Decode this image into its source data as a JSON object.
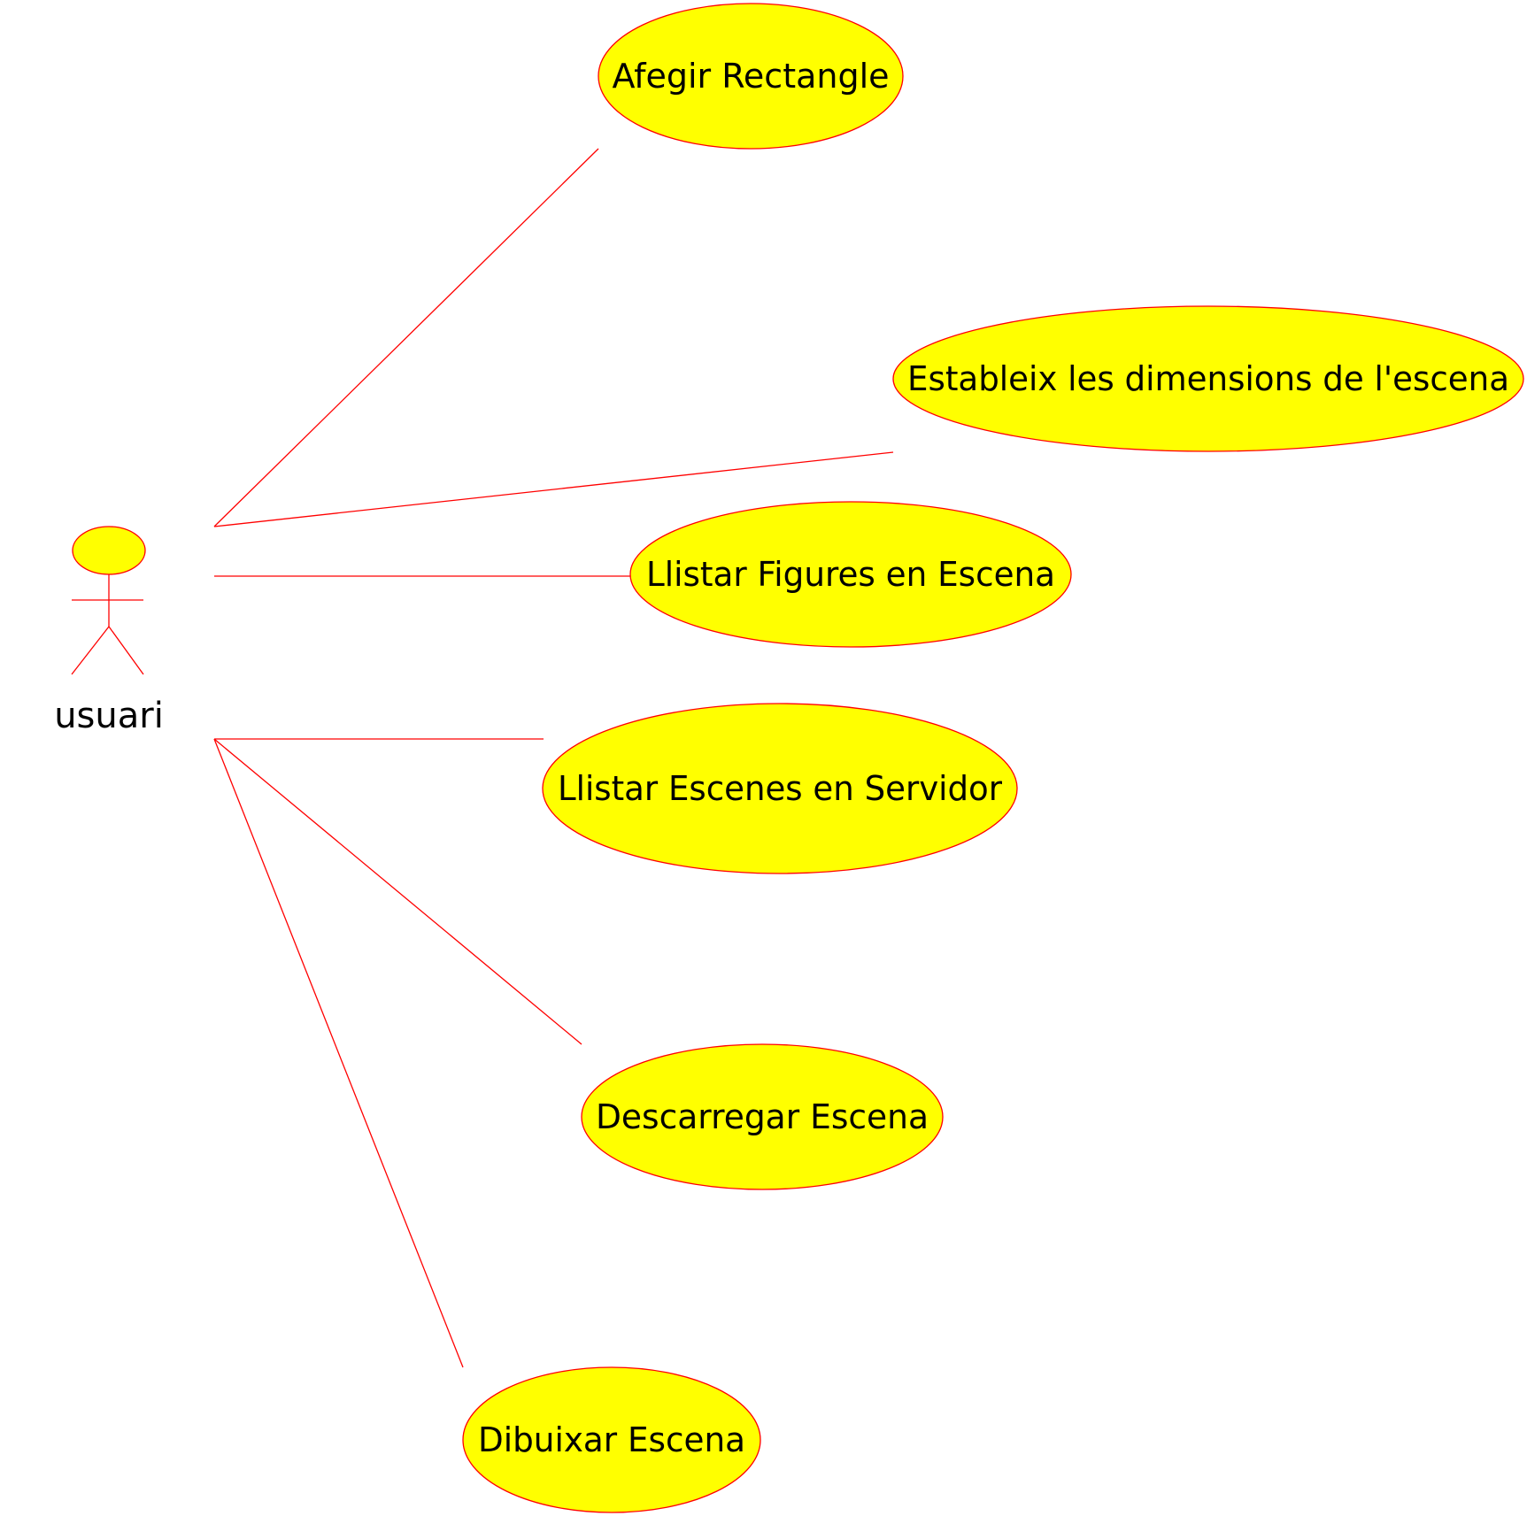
{
  "diagram": {
    "type": "use-case",
    "actor": {
      "label": "usuari"
    },
    "use_cases": [
      {
        "id": "afegir-rectangle",
        "label": "Afegir Rectangle"
      },
      {
        "id": "estableix-dimensions",
        "label": "Estableix les dimensions de l'escena"
      },
      {
        "id": "llistar-figures",
        "label": "Llistar Figures en Escena"
      },
      {
        "id": "llistar-escenes",
        "label": "Llistar Escenes en Servidor"
      },
      {
        "id": "descarregar-escena",
        "label": "Descarregar Escena"
      },
      {
        "id": "dibuixar-escena",
        "label": "Dibuixar Escena"
      }
    ],
    "associations": [
      {
        "from": "usuari",
        "to": "afegir-rectangle"
      },
      {
        "from": "usuari",
        "to": "estableix-dimensions"
      },
      {
        "from": "usuari",
        "to": "llistar-figures"
      },
      {
        "from": "usuari",
        "to": "llistar-escenes"
      },
      {
        "from": "usuari",
        "to": "descarregar-escena"
      },
      {
        "from": "usuari",
        "to": "dibuixar-escena"
      }
    ],
    "colors": {
      "fill": "#ffff00",
      "stroke": "#ff0000",
      "text": "#000000",
      "background": "#ffffff"
    }
  }
}
